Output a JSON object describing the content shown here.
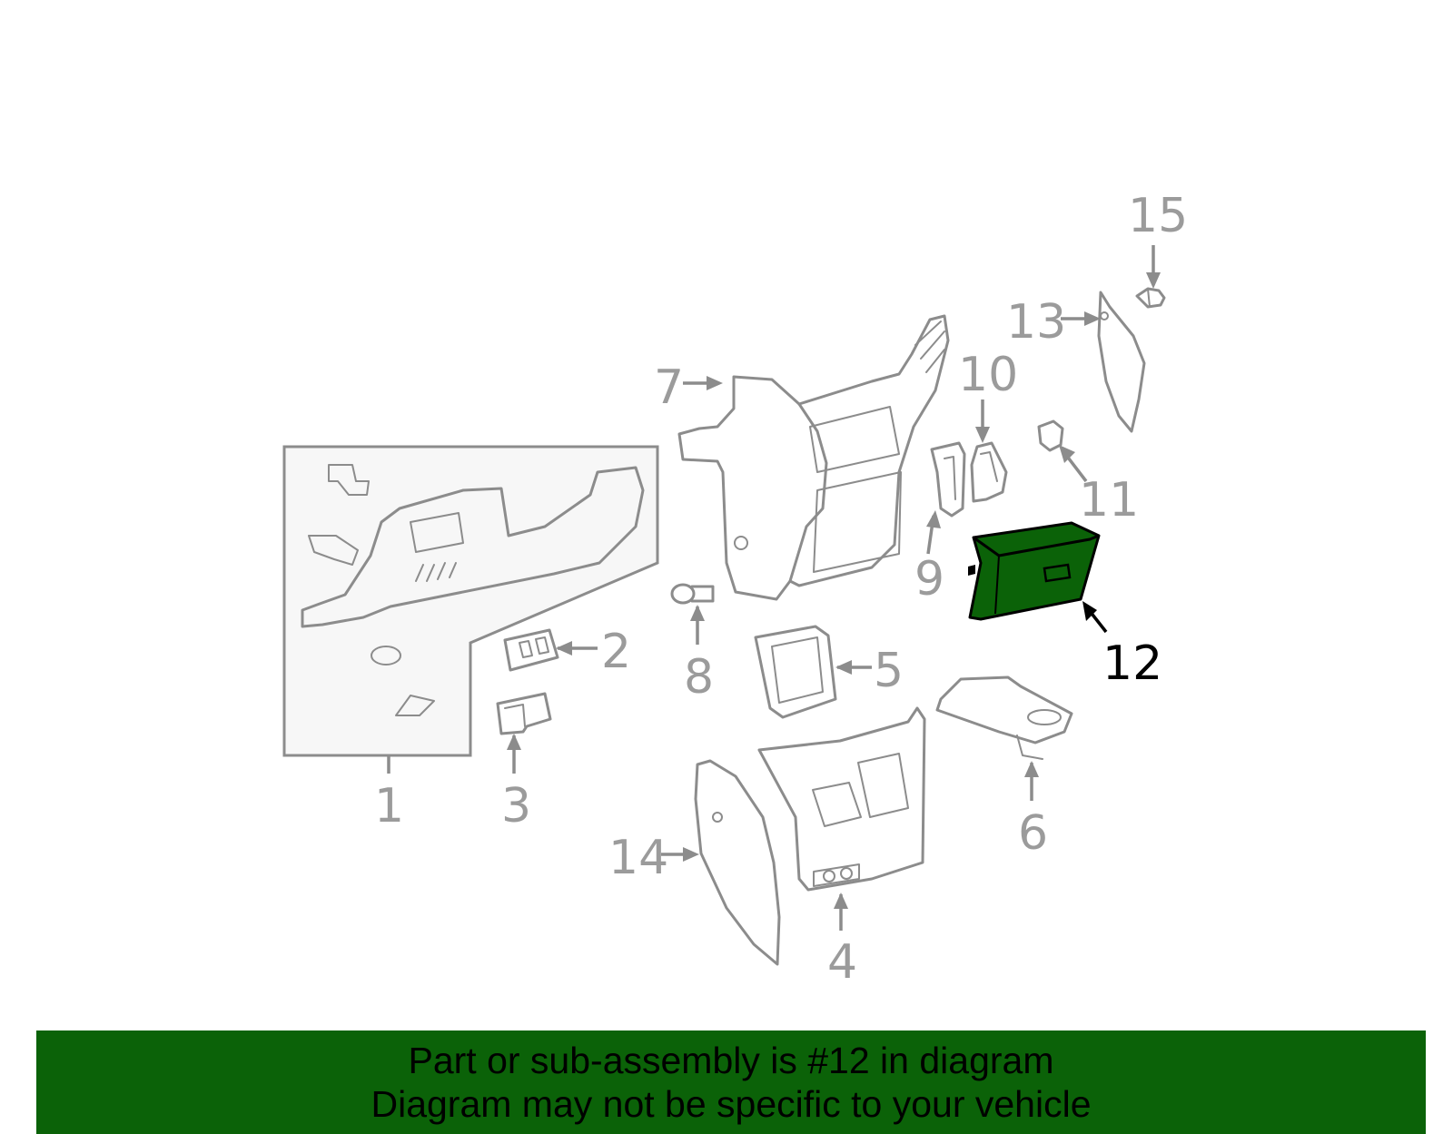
{
  "diagram": {
    "highlighted_part": "12",
    "highlight_color": "#0b6208",
    "label_color": "#9b9b9b",
    "highlight_label_color": "#000000",
    "callouts": {
      "p1": "1",
      "p2": "2",
      "p3": "3",
      "p4": "4",
      "p5": "5",
      "p6": "6",
      "p7": "7",
      "p8": "8",
      "p9": "9",
      "p10": "10",
      "p11": "11",
      "p12": "12",
      "p13": "13",
      "p14": "14",
      "p15": "15"
    }
  },
  "banner": {
    "line1": "Part or sub-assembly is #12 in diagram",
    "line2": "Diagram may not be specific to your vehicle",
    "background": "#0b6208"
  }
}
